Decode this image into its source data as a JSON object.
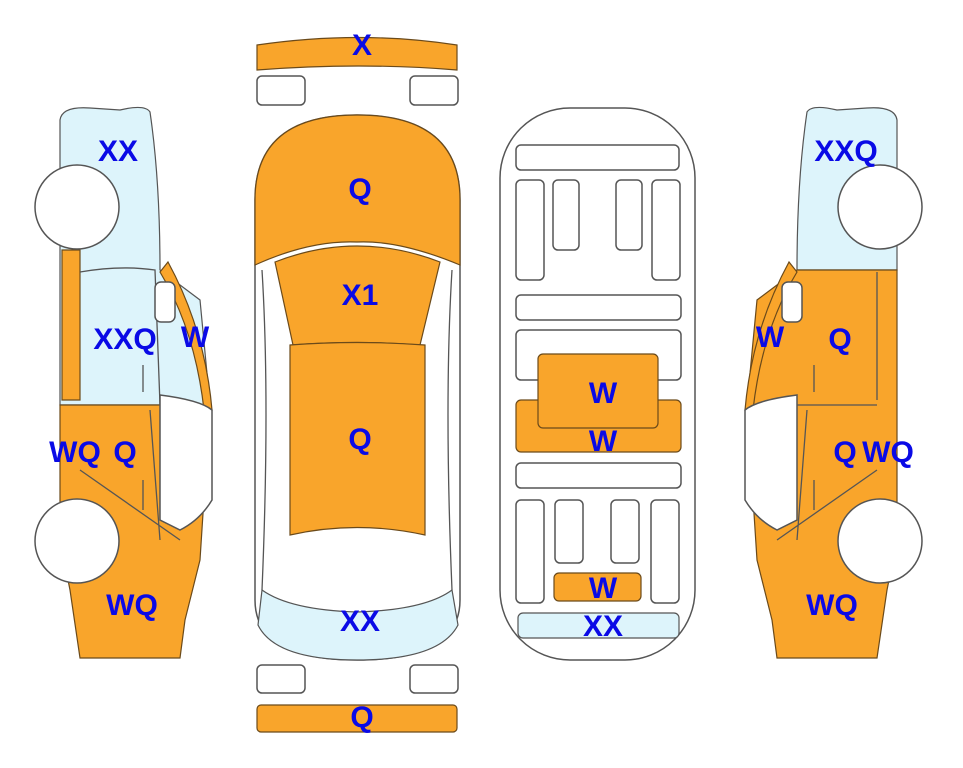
{
  "colors": {
    "damage": "#F9A52B",
    "glass": "#DDF4FB",
    "label": "#0A0AE6"
  },
  "left_side": {
    "rear_glass": "XX",
    "rear_door_glass": "XXQ",
    "a_pillar": "W",
    "rear_quarter": "WQ",
    "rear_door": "Q",
    "front_fender": "WQ"
  },
  "top_view": {
    "front_bumper": "X",
    "hood": "Q",
    "windshield": "X1",
    "roof": "Q",
    "rear_window": "XX",
    "rear_bumper": "Q"
  },
  "interior": {
    "console": "W",
    "floor": "W",
    "rear_panel": "W",
    "trunk": "XX"
  },
  "right_side": {
    "rear_glass": "XXQ",
    "a_pillar": "W",
    "front_door": "Q",
    "front_door_lower": "Q",
    "rear_quarter": "WQ",
    "front_fender": "WQ"
  }
}
